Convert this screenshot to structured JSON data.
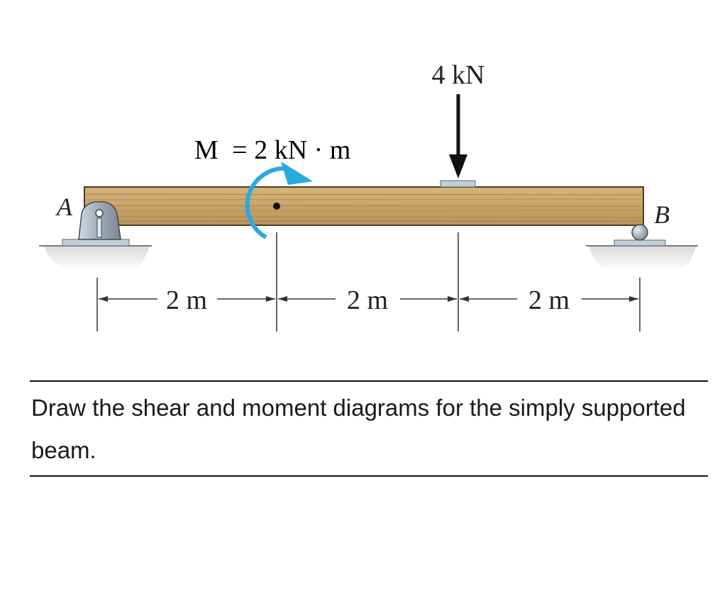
{
  "figure": {
    "point_a": "A",
    "point_b": "B",
    "load": "4 kN",
    "moment": {
      "symbol": "M",
      "value": "= 2 kN · m"
    },
    "spans": [
      "2 m",
      "2 m",
      "2 m"
    ]
  },
  "problem": {
    "text": "Draw the shear and moment diagrams for the simply supported beam."
  },
  "colors": {
    "beam": "#c9a76e",
    "beam_grain": "#a5834f",
    "moment_arrow": "#29a9e0",
    "support": "#a9b4be",
    "ground": "#e2e2e2",
    "text": "#231f20"
  }
}
